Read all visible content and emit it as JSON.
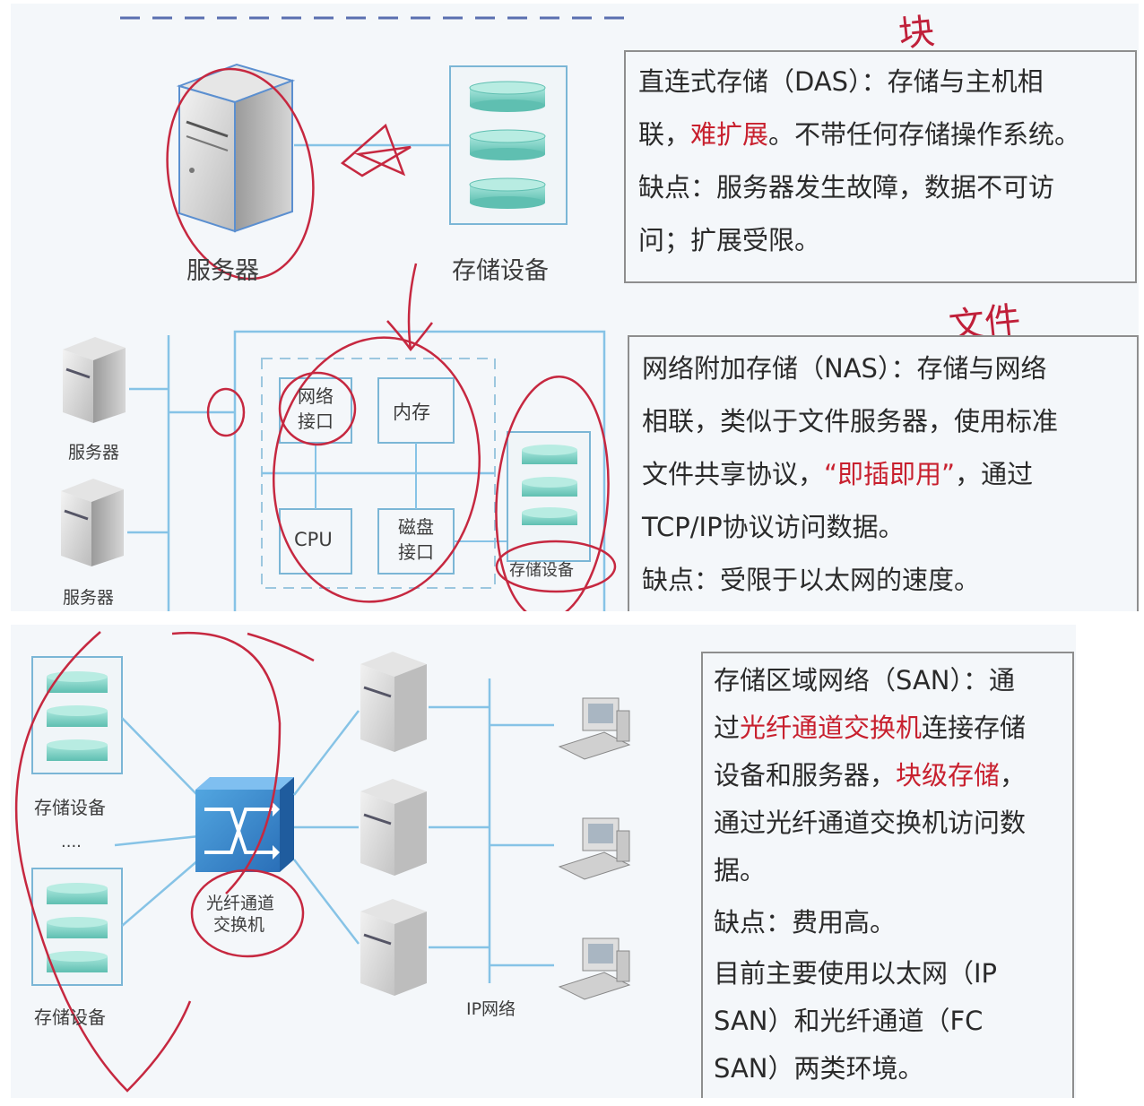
{
  "das": {
    "server_label": "服务器",
    "storage_label": "存储设备",
    "line1_a": "直连式存储（DAS）：",
    "line1_b": "存储与主机相",
    "line2_a": "联，",
    "line2_red": "难扩展",
    "line2_b": "。不带任何存储操作系统。",
    "line3": "缺点：服务器发生故障，数据不可访",
    "line4": "问；扩展受限。",
    "note": "块"
  },
  "nas": {
    "server_label_1": "服务器",
    "server_label_2": "服务器",
    "net_iface": "网络接口",
    "memory": "内存",
    "cpu": "CPU",
    "disk_iface": "磁盘接口",
    "storage_label": "存储设备",
    "line1": "网络附加存储（NAS）：存储与网络",
    "line2": "相联，类似于文件服务器，使用标准",
    "line3_a": "文件共享协议，",
    "line3_red": "“即插即用”",
    "line3_b": "，通过",
    "line4": "TCP/IP协议访问数据。",
    "line5": "缺点：受限于以太网的速度。",
    "note": "文件"
  },
  "san": {
    "storage_label_1": "存储设备",
    "dots": "....",
    "storage_label_2": "存储设备",
    "switch_label_1": "光纤通道",
    "switch_label_2": "交换机",
    "ip_network": "IP网络",
    "line1": "存储区域网络（SAN）：通",
    "line2_a": "过",
    "line2_red": "光纤通道交换机",
    "line2_b": "连接存储",
    "line3_a": "设备和服务器，",
    "line3_red": "块级存储",
    "line3_b": "，",
    "line4": "通过光纤通道交换机访问数",
    "line5": "据。",
    "line6": "缺点：费用高。",
    "line7": "目前主要使用以太网（IP",
    "line8": "SAN）和光纤通道（FC",
    "line9": "SAN）两类环境。"
  },
  "colors": {
    "accent_red": "#c8202e",
    "line_blue": "#86c3e6",
    "cylinder_teal": "#7dd3cc"
  }
}
